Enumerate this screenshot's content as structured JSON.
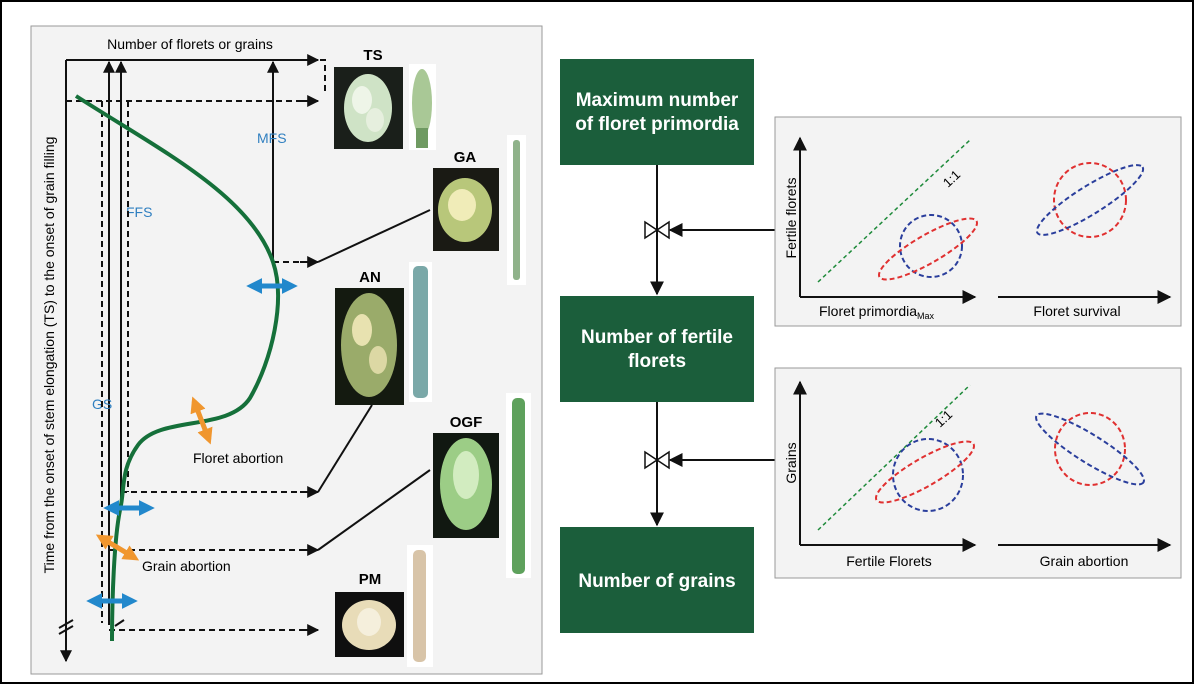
{
  "left_panel": {
    "top_axis_label": "Number of florets or grains",
    "y_axis_label": "Time from the onset of stem elongation (TS)  to the onset of grain filling",
    "phase_labels": {
      "mfs": "MFS",
      "ffs": "FFS",
      "gs": "GS"
    },
    "annotations": {
      "floret_abortion": "Floret abortion",
      "grain_abortion": "Grain abortion"
    },
    "stages": [
      {
        "code": "TS"
      },
      {
        "code": "GA"
      },
      {
        "code": "AN"
      },
      {
        "code": "OGF"
      },
      {
        "code": "PM"
      }
    ]
  },
  "flow": {
    "box1_line1": "Maximum number",
    "box1_line2": "of floret primordia",
    "box2_line1": "Number of fertile",
    "box2_line2": "florets",
    "box3": "Number of grains"
  },
  "panel_top": {
    "ylabel": "Fertile florets",
    "xlabel_1": "Floret primordia",
    "xlabel_1_sub": "Max",
    "xlabel_2": "Floret survival",
    "ratio": "1:1"
  },
  "panel_bottom": {
    "ylabel": "Grains",
    "xlabel_1": "Fertile Florets",
    "xlabel_2": "Grain abortion",
    "ratio": "1:1"
  },
  "colors": {
    "green_box": "#1b5e3b",
    "curve_green": "#15703a",
    "blue_arrow": "#2288cc",
    "orange_arrow": "#f0962e",
    "ellipse_red": "#e03030",
    "ellipse_blue": "#2a3e9c",
    "label_blue": "#2f7fc0"
  }
}
